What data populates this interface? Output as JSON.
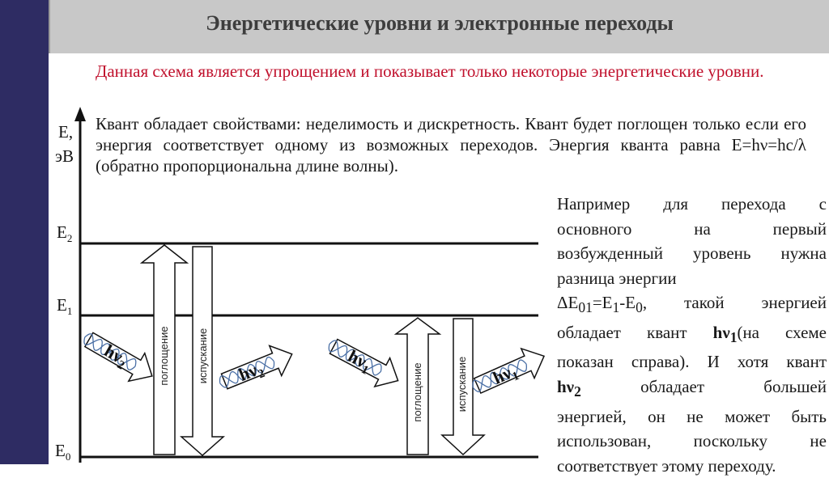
{
  "title": "Энергетические уровни и электронные переходы",
  "note_red": "Данная схема является упрощением и показывает только некоторые энергетические уровни.",
  "paragraph": "Квант обладает свойствами: неделимость и дискретность. Квант будет поглощен только если его энергия соответствует одному из возможных переходов. Энергия кванта равна E=hν=hc/λ (обратно пропорциональна длине волны).",
  "axis": {
    "label_line1": "E,",
    "label_line2": "эВ"
  },
  "levels": [
    {
      "letter": "E",
      "index": "2"
    },
    {
      "letter": "E",
      "index": "1"
    },
    {
      "letter": "E",
      "index": "0"
    }
  ],
  "arrows": {
    "absorption": "поглощение",
    "emission": "испускание"
  },
  "quanta": [
    {
      "main": "hν",
      "sub": "2"
    },
    {
      "main": "hν",
      "sub": "2"
    },
    {
      "main": "hν",
      "sub": "1"
    },
    {
      "main": "hν",
      "sub": "1"
    }
  ],
  "right_text": {
    "l1": "Например для перехода с",
    "l2": "основного на первый",
    "l3": "возбужденный уровень нужна",
    "l4": "разница энергии",
    "l5_pre": "ΔE",
    "l5_sub1": "01",
    "l5_mid1": "=E",
    "l5_sub2": "1",
    "l5_mid2": "-E",
    "l5_sub3": "0",
    "l5_post": ", такой энергией",
    "l6_pre": "обладает квант ",
    "l6_bold": "hν",
    "l6_boldsub": "1",
    "l6_post": "(на схеме",
    "l7": "показан справа). И хотя квант",
    "l8_bold": "hν",
    "l8_boldsub": "2",
    "l8_post": " обладает большей",
    "l9": "энергией, он не может быть",
    "l10": "использован, поскольку не",
    "l11": "соответствует этому переходу."
  },
  "colors": {
    "sidebar": "#2e2c63",
    "header": "#c8c8c8",
    "note": "#c0102c",
    "wave": "#4a6fa5"
  }
}
